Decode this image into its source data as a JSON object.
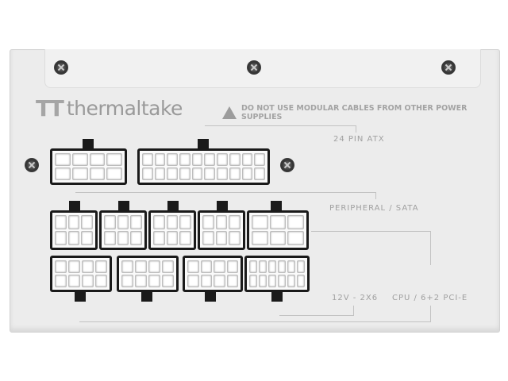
{
  "brand": {
    "logo_mark": "TT",
    "name": "thermaltake"
  },
  "warning": {
    "icon": "warning-triangle-icon",
    "text": "DO NOT USE MODULAR CABLES FROM OTHER POWER SUPPLIES"
  },
  "labels": {
    "atx": "24 PIN ATX",
    "peripheral": "PERIPHERAL / SATA",
    "hpwr": "12V - 2X6",
    "cpu_pcie": "CPU / 6+2 PCI-E"
  },
  "colors": {
    "panel": "#ececec",
    "connector_frame": "#1a1a1a",
    "text": "#a0a0a0"
  }
}
